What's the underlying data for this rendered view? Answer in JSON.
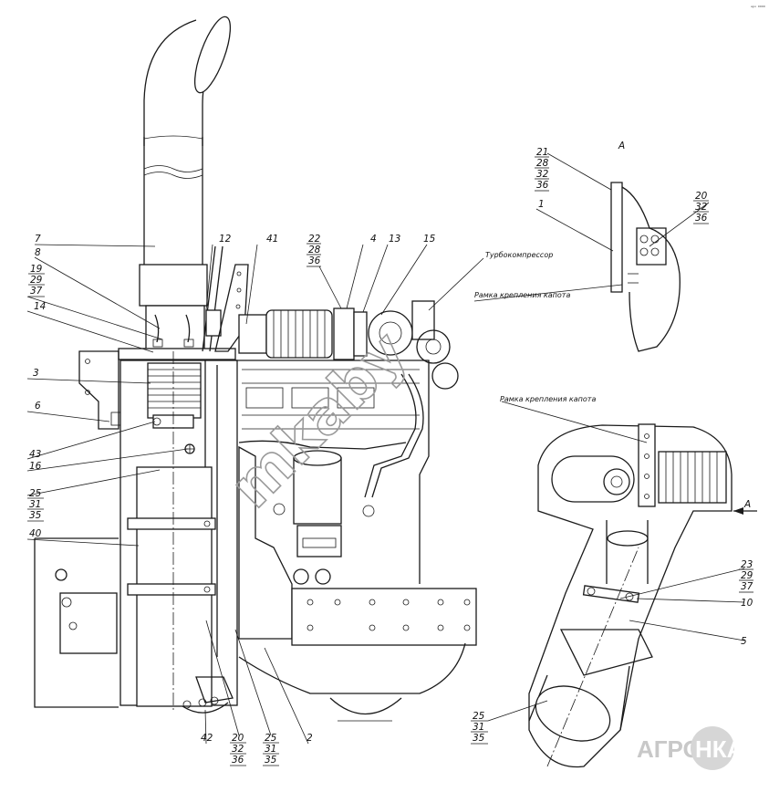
{
  "drawing": {
    "corner_mark": "ᵃᵖᵒ ⁰⁰⁰⁰",
    "view_label": "A",
    "section_arrow_label": "A",
    "captions": {
      "turbo": "Турбокомпрессор",
      "hood_frame_top": "Рамка крепления капота",
      "hood_frame_mid": "Рамка крепления капота"
    },
    "callouts": {
      "c7": "7",
      "c8": "8",
      "c19": "19",
      "c29": "29",
      "c37a": "37",
      "c14": "14",
      "c3": "3",
      "c6": "6",
      "c43": "43",
      "c16": "16",
      "c25a": "25",
      "c31a": "31",
      "c35a": "35",
      "c40": "40",
      "c12": "12",
      "c41": "41",
      "c22": "22",
      "c28a": "28",
      "c36a": "36",
      "c4": "4",
      "c13": "13",
      "c15": "15",
      "c21": "21",
      "c28b": "28",
      "c32a": "32",
      "c36b": "36",
      "c1": "1",
      "c20a": "20",
      "c32b": "32",
      "c36c": "36",
      "c23": "23",
      "c29b": "29",
      "c37b": "37",
      "c10": "10",
      "c5": "5",
      "c25b": "25",
      "c31b": "31",
      "c35b": "35",
      "c42": "42",
      "c20b": "20",
      "c32c": "32",
      "c36d": "36",
      "c25c": "25",
      "c31c": "31",
      "c35c": "35",
      "c2": "2"
    },
    "watermark": "mkaby",
    "logo": {
      "left": "АГРО",
      "right": "НКА"
    }
  }
}
